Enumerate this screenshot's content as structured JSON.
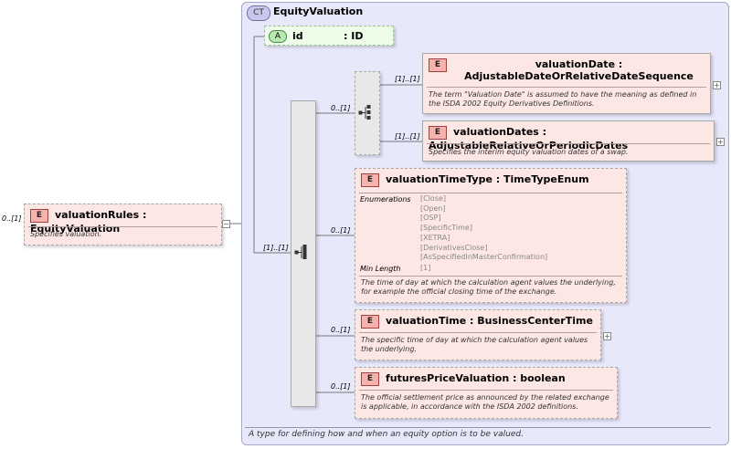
{
  "complex_type": {
    "badge": "CT",
    "name": "EquityValuation",
    "documentation": "A type for defining how and when an equity option is to be valued."
  },
  "root": {
    "cardinality": "0..[1]",
    "badge": "E",
    "label": "valuationRules : EquityValuation",
    "documentation": "Specifies valuation."
  },
  "attribute": {
    "badge": "A",
    "name": "id",
    "type": ": ID"
  },
  "sequence": {
    "cardinality": "[1]..[1]"
  },
  "choice": {
    "cardinality": "0..[1]"
  },
  "elements": {
    "valuation_date": {
      "cardinality": "[1]..[1]",
      "badge": "E",
      "label": "valuationDate : AdjustableDateOrRelativeDateSequence",
      "documentation": "The term \"Valuation Date\" is assumed to have the meaning as defined in the ISDA 2002 Equity Derivatives Definitions."
    },
    "valuation_dates": {
      "cardinality": "[1]..[1]",
      "badge": "E",
      "label": "valuationDates : AdjustableRelativeOrPeriodicDates",
      "documentation": "Specifies the interim equity valuation dates of a swap."
    },
    "valuation_time_type": {
      "cardinality": "0..[1]",
      "badge": "E",
      "label": "valuationTimeType : TimeTypeEnum",
      "enumerations_label": "Enumerations",
      "enumerations": [
        "[Close]",
        "[Open]",
        "[OSP]",
        "[SpecificTime]",
        "[XETRA]",
        "[DerivativesClose]",
        "[AsSpecifiedInMasterConfirmation]"
      ],
      "min_length_label": "Min Length",
      "min_length": "[1]",
      "documentation": "The time of day at which the calculation agent values the underlying, for example the official closing time of the exchange."
    },
    "valuation_time": {
      "cardinality": "0..[1]",
      "badge": "E",
      "label": "valuationTime : BusinessCenterTime",
      "documentation": "The specific time of day at which the calculation agent values the underlying."
    },
    "futures_price_valuation": {
      "cardinality": "0..[1]",
      "badge": "E",
      "label": "futuresPriceValuation : boolean",
      "documentation": "The official settlement price as announced by the related exchange is applicable, in accordance with the ISDA 2002 definitions."
    }
  },
  "expander_symbols": {
    "collapse": "−",
    "expand": "+"
  }
}
